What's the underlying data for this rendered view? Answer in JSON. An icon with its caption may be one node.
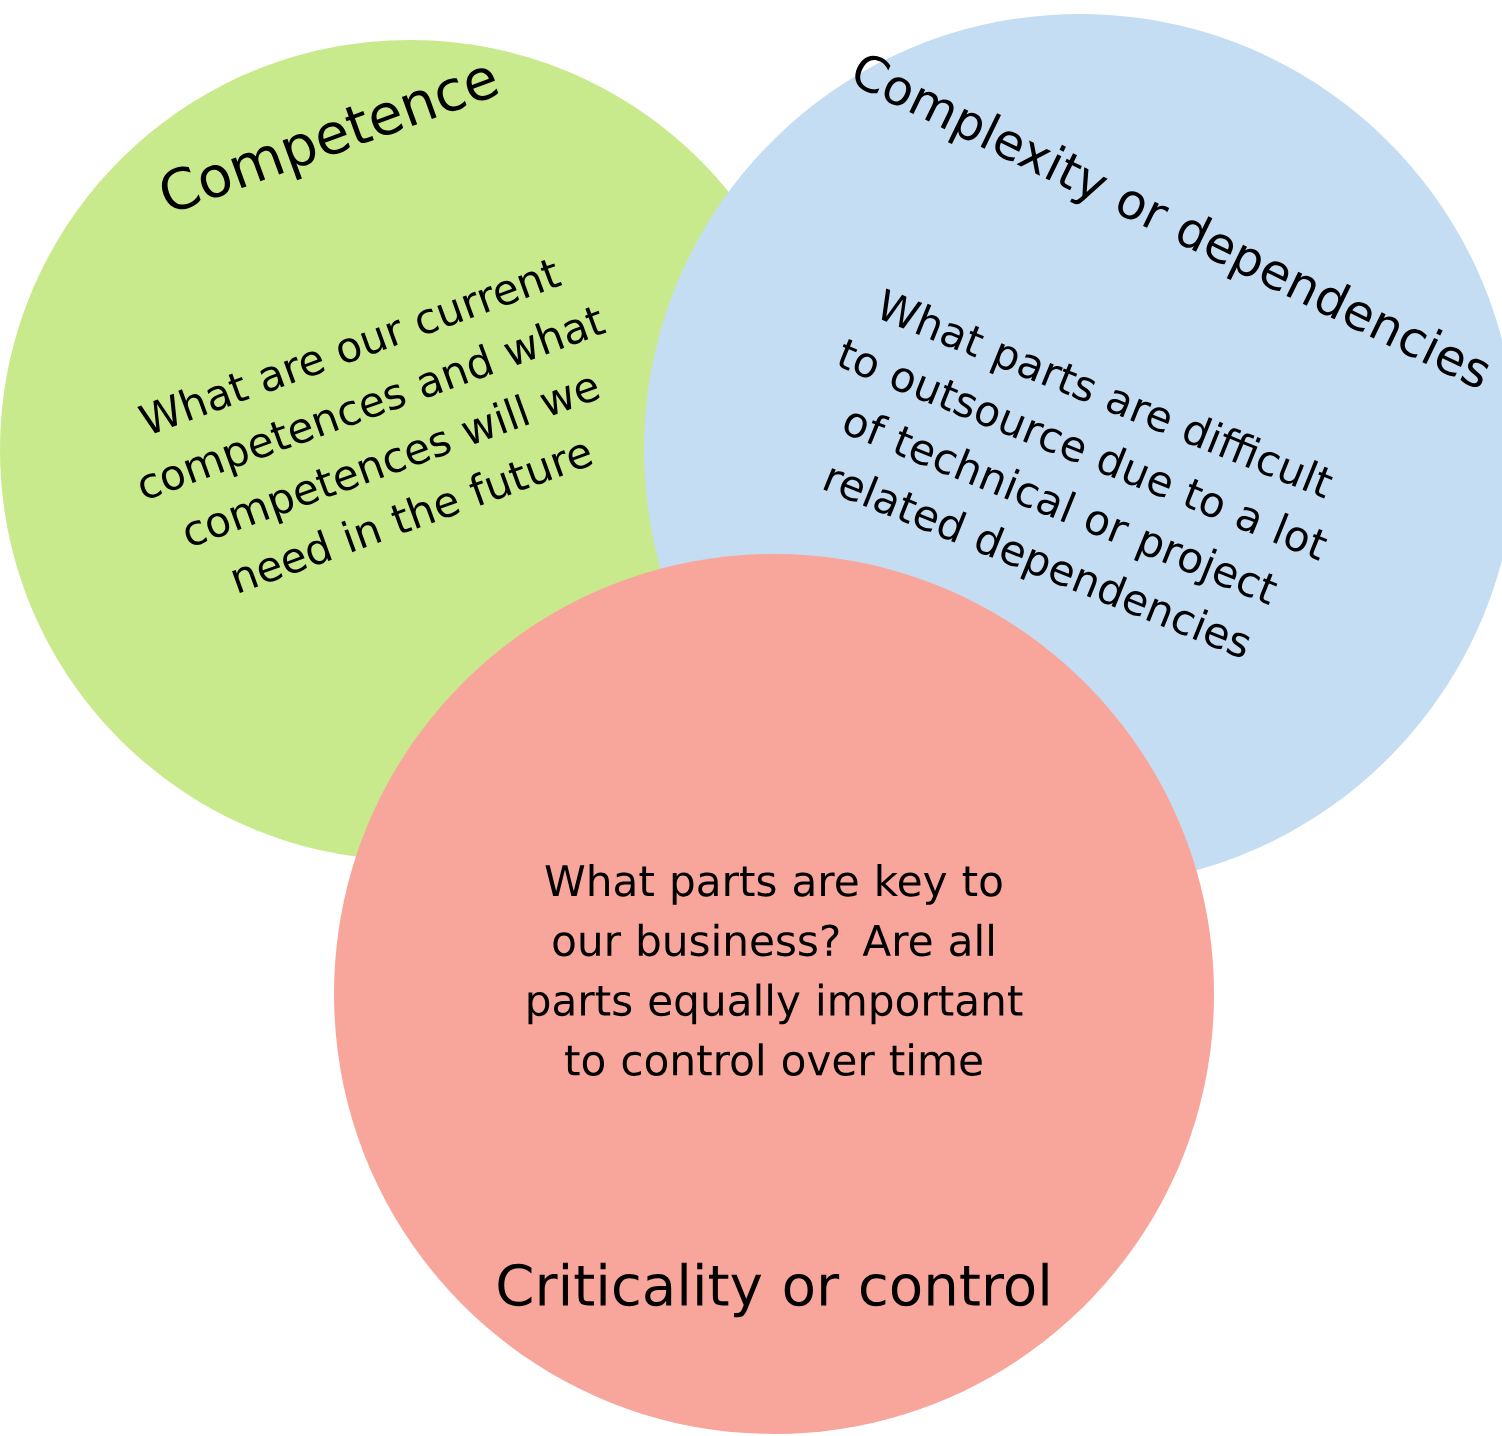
{
  "diagram": {
    "nodes": [
      {
        "text": [
          "Competence",
          "What are our current competences and what competences will we need in the future"
        ]
      },
      {
        "text": [
          "Complexity or dependencies",
          "What parts are difficult to outsource due to a lot of technical or project related dependencies"
        ]
      },
      {
        "text": [
          "What parts are key to our business? Are all parts equally important to control over time",
          "Criticality or control"
        ]
      }
    ]
  }
}
